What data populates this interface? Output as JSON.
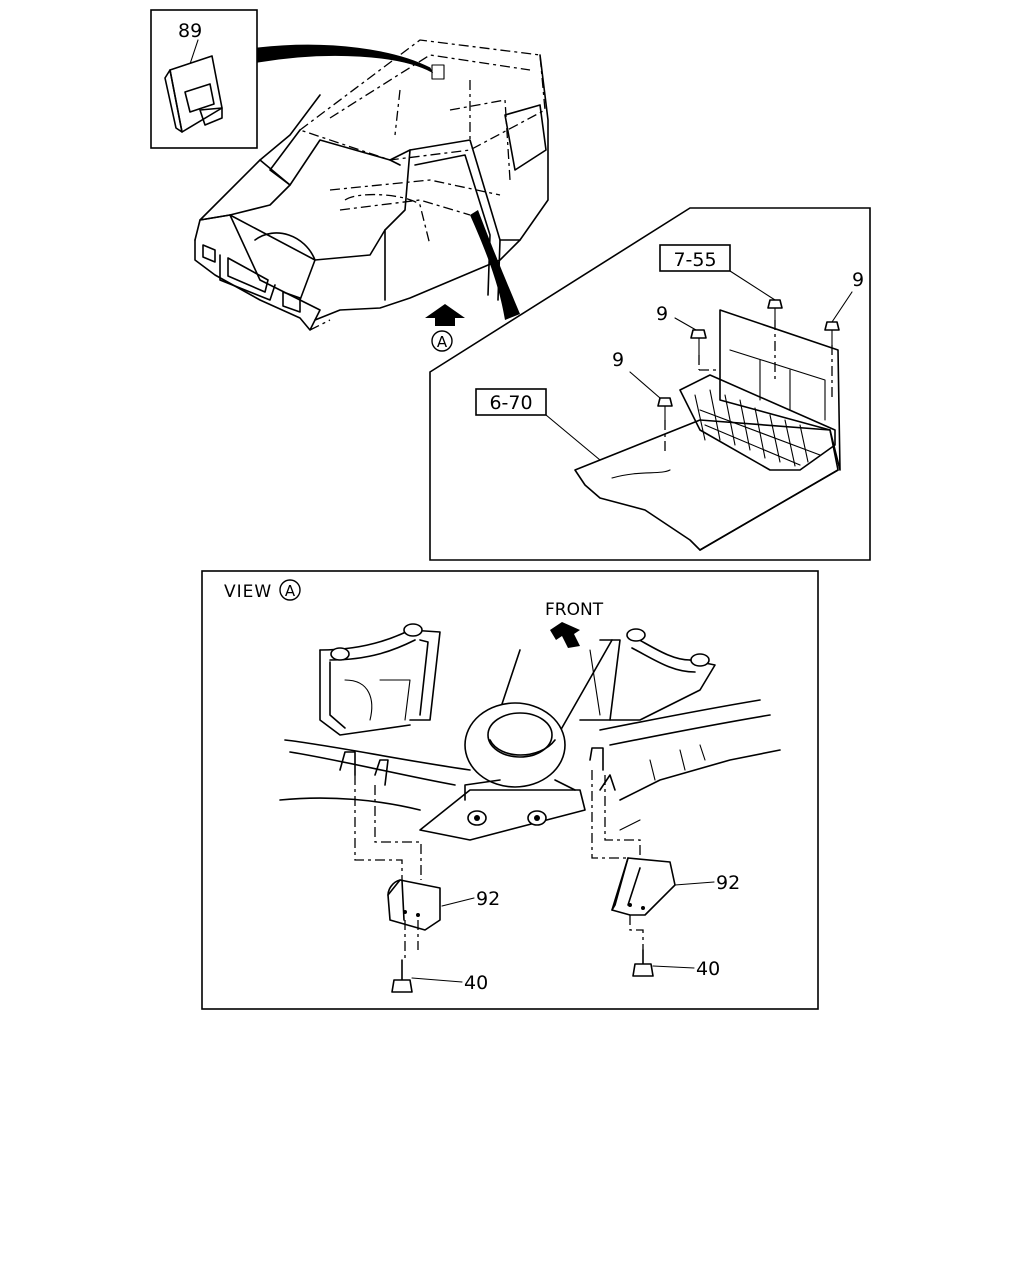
{
  "callouts": {
    "inset_part": "89",
    "ref_7_55": "7-55",
    "ref_6_70": "6-70",
    "bolt_9_a": "9",
    "bolt_9_b": "9",
    "bolt_9_c": "9",
    "bracket_left": "92",
    "bracket_right": "92",
    "bolt_40_left": "40",
    "bolt_40_right": "40"
  },
  "view_marker": "A",
  "view_title": "VIEW",
  "front_label": "FRONT"
}
